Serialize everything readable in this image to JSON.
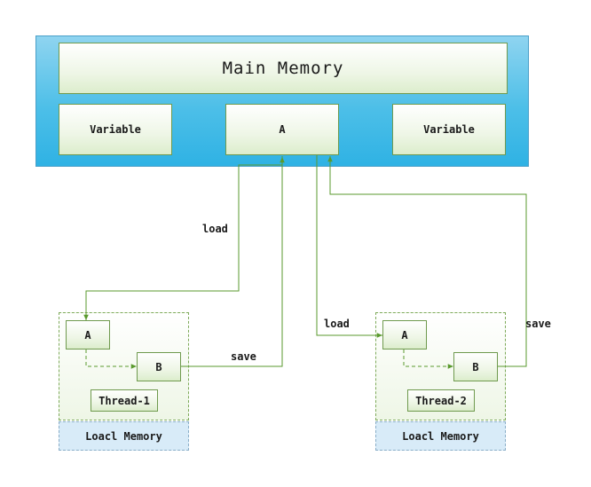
{
  "main_memory": {
    "title": "Main Memory",
    "variables": [
      "Variable",
      "A",
      "Variable"
    ]
  },
  "threads": [
    {
      "var_a": "A",
      "var_b": "B",
      "name": "Thread-1",
      "local_memory": "Loacl Memory"
    },
    {
      "var_a": "A",
      "var_b": "B",
      "name": "Thread-2",
      "local_memory": "Loacl Memory"
    }
  ],
  "edges": [
    {
      "from": "main_memory.A",
      "to": "thread1.A",
      "label": "load"
    },
    {
      "from": "thread1.B",
      "to": "main_memory.A",
      "label": "save"
    },
    {
      "from": "main_memory.A",
      "to": "thread2.A",
      "label": "load"
    },
    {
      "from": "thread2.B",
      "to": "main_memory.A",
      "label": "save"
    }
  ],
  "colors": {
    "arrow": "#5a9a2e",
    "main_memory_bg": "#3bb8e6",
    "node_border": "#6f9a4e",
    "local_memory_bg": "#d8ebf8"
  }
}
